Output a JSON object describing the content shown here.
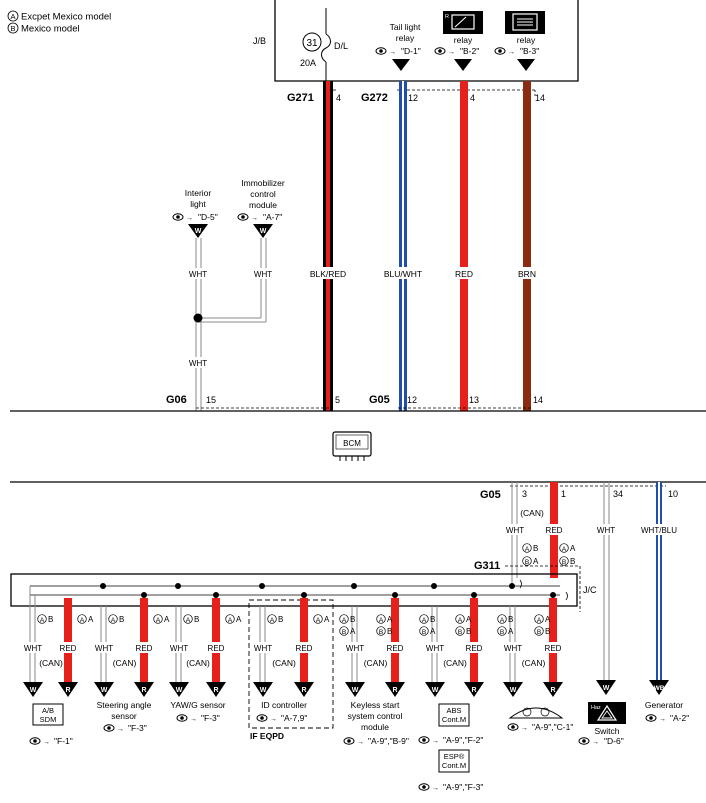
{
  "legend": {
    "a_mark": "A",
    "b_mark": "B",
    "a_text": "Excpet Mexico model",
    "b_text": "Mexico model"
  },
  "jb": {
    "label": "J/B",
    "fuse_no": "31",
    "fuse_rating": "20A",
    "fuse_name": "D/L",
    "tail_relay": [
      "Tail light",
      "relay"
    ],
    "tail_ref": "\"D-1\"",
    "relay2_label": "relay",
    "relay2_ref": "\"B-2\"",
    "relay3_label": "relay",
    "relay3_ref": "\"B-3\"",
    "relay2_tag": "R"
  },
  "connectors": {
    "g271": "G271",
    "g272": "G272",
    "g06": "G06",
    "g05_top": "G05",
    "g05_bottom": "G05",
    "g311": "G311",
    "jc": "J/C"
  },
  "pins": {
    "g271_4": "4",
    "g272_12": "12",
    "g272_4": "4",
    "g272_14": "14",
    "g06_15": "15",
    "g06_5": "5",
    "g05_12": "12",
    "g05_13": "13",
    "g05_14": "14",
    "bot_3": "3",
    "bot_1": "1",
    "bot_34": "34",
    "bot_10": "10"
  },
  "wires": {
    "blkred": "BLK/RED",
    "bluwht": "BLU/WHT",
    "red": "RED",
    "brn": "BRN",
    "wht": "WHT",
    "whtblu": "WHT/BLU",
    "can": "(CAN)"
  },
  "interior": {
    "name": [
      "Interior",
      "light"
    ],
    "ref": "\"D-5\"",
    "pin": "W"
  },
  "immobilizer": {
    "name": [
      "Immobilizer",
      "control",
      "module"
    ],
    "ref": "\"A-7\"",
    "pin": "W"
  },
  "bcm": "BCM",
  "g311_marks": {
    "left": [
      "A",
      "B",
      "B",
      "A"
    ],
    "right": [
      "A",
      "A",
      "B",
      "B"
    ]
  },
  "devices": [
    {
      "name": [
        "A/B",
        "SDM"
      ],
      "boxed": true,
      "ref": "\"F-1\""
    },
    {
      "name": [
        "Steering angle",
        "sensor"
      ],
      "boxed": false,
      "ref": "\"F-3\""
    },
    {
      "name": [
        "YAW/G sensor"
      ],
      "boxed": false,
      "ref": "\"F-3\""
    },
    {
      "name": [
        "ID controller"
      ],
      "boxed": false,
      "ref": "\"A-7,9\""
    },
    {
      "name": [
        "Keyless start",
        "system control",
        "module"
      ],
      "boxed": false,
      "ref": "\"A-9\",\"B-9\""
    },
    {
      "name": [
        "ABS",
        "Cont.M"
      ],
      "boxed": true,
      "ref": "\"A-9\",\"F-2\""
    },
    {
      "name": [
        "ESP®",
        "Cont.M"
      ],
      "boxed": true,
      "ref": "\"A-9\",\"F-3\""
    },
    {
      "name": [],
      "boxed": false,
      "ref": "\"A-9\",\"C-1\""
    },
    {
      "name": [
        "Switch"
      ],
      "boxed": false,
      "ref": "\"D-6\"",
      "tag": "Haz"
    },
    {
      "name": [
        "Generator"
      ],
      "boxed": false,
      "ref": "\"A-2\""
    }
  ],
  "if_eqpd": "IF EQPD",
  "pin_letters": {
    "w": "W",
    "r": "R",
    "wb": "WB"
  },
  "colors": {
    "red": "#e8201c",
    "blue": "#1f4fa6",
    "brown": "#8b2c10",
    "black": "#000000"
  }
}
